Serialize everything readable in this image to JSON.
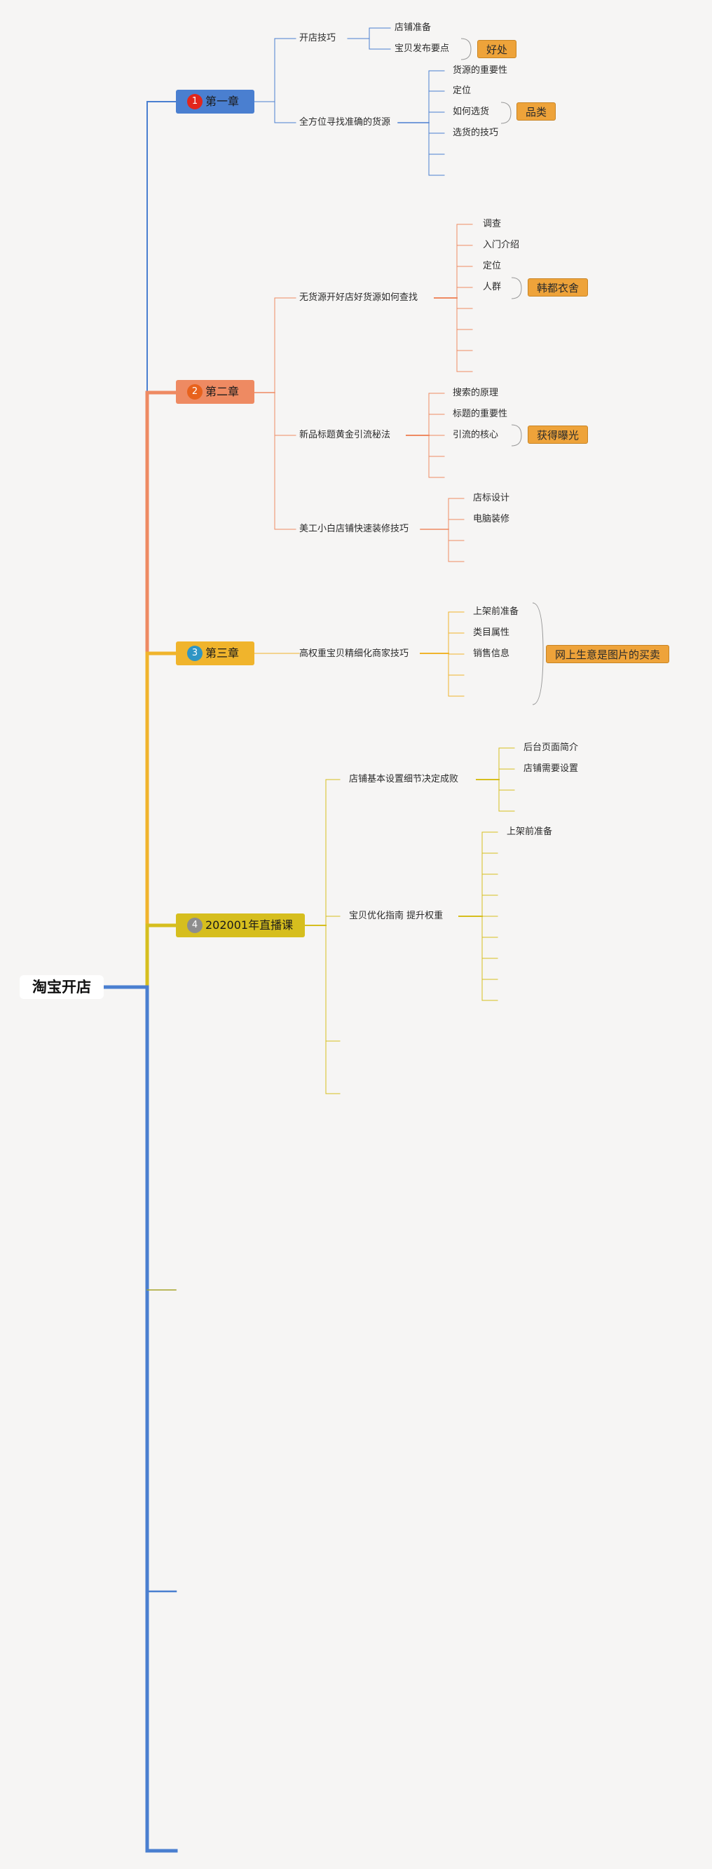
{
  "root": {
    "label": "淘宝开店"
  },
  "colors": {
    "chapter1": "#4a7fd0",
    "chapter2": "#ee8a62",
    "chapter3": "#f0b42c",
    "chapter4": "#d6be1e",
    "trunk_blue": "#4a7fd0",
    "summary_tag": "#eea33a"
  },
  "chapters": [
    {
      "label": "第一章",
      "number": "1",
      "topics": [
        {
          "label": "开店技巧",
          "items": [
            "店铺准备",
            "宝贝发布要点"
          ],
          "summary": "好处"
        },
        {
          "label": "全方位寻找准确的货源",
          "items": [
            "货源的重要性",
            "定位",
            "如何选货",
            "选货的技巧",
            "",
            ""
          ],
          "summary": "品类"
        }
      ]
    },
    {
      "label": "第二章",
      "number": "2",
      "topics": [
        {
          "label": "无货源开好店好货源如何查找",
          "items": [
            "调查",
            "入门介绍",
            "定位",
            "人群",
            "",
            "",
            "",
            ""
          ],
          "summary": "韩都衣舍"
        },
        {
          "label": "新品标题黄金引流秘法",
          "items": [
            "搜索的原理",
            "标题的重要性",
            "引流的核心",
            "",
            ""
          ],
          "summary": "获得曝光"
        },
        {
          "label": "美工小白店铺快速装修技巧",
          "items": [
            "店标设计",
            "电脑装修",
            "",
            ""
          ]
        }
      ]
    },
    {
      "label": "第三章",
      "number": "3",
      "topics": [
        {
          "label": "高权重宝贝精细化商家技巧",
          "items": [
            "上架前准备",
            "类目属性",
            "销售信息",
            "",
            ""
          ],
          "summary": "网上生意是图片的买卖"
        }
      ]
    },
    {
      "label": "202001年直播课",
      "number": "4",
      "topics": [
        {
          "label": "店铺基本设置细节决定成败",
          "items": [
            "后台页面简介",
            "店铺需要设置",
            "",
            ""
          ]
        },
        {
          "label": "宝贝优化指南 提升权重",
          "items": [
            "上架前准备",
            "",
            "",
            "",
            "",
            "",
            "",
            "",
            ""
          ]
        }
      ]
    }
  ]
}
